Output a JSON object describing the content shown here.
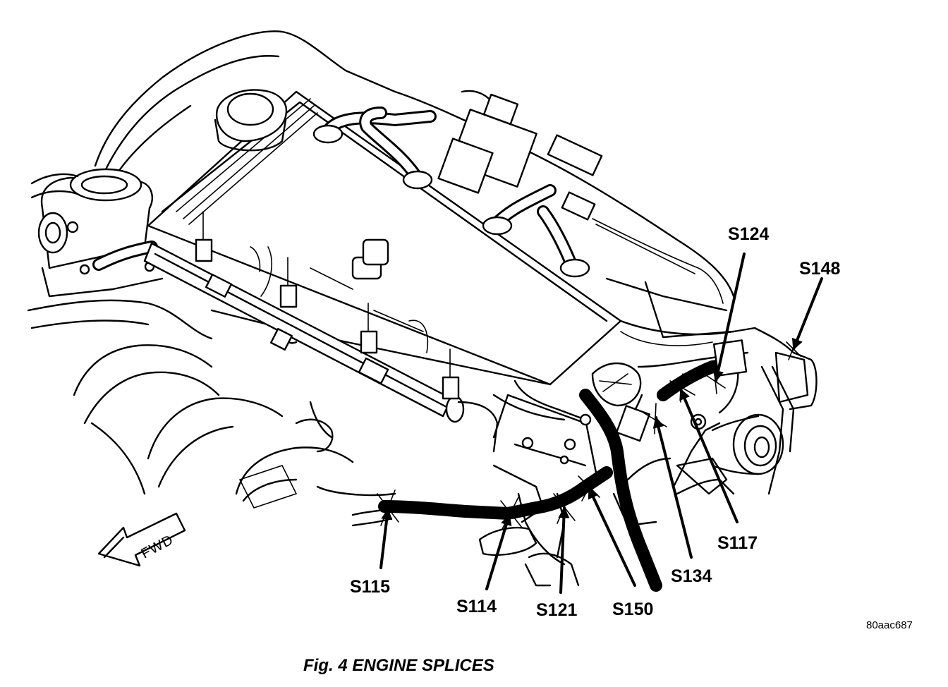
{
  "figure": {
    "caption": "Fig. 4 ENGINE SPLICES",
    "reference_code": "80aac687",
    "direction_label": "FWD"
  },
  "callouts": [
    {
      "id": "s124",
      "label": "S124"
    },
    {
      "id": "s148",
      "label": "S148"
    },
    {
      "id": "s117",
      "label": "S117"
    },
    {
      "id": "s134",
      "label": "S134"
    },
    {
      "id": "s115",
      "label": "S115"
    },
    {
      "id": "s114",
      "label": "S114"
    },
    {
      "id": "s121",
      "label": "S121"
    },
    {
      "id": "s150",
      "label": "S150"
    }
  ]
}
